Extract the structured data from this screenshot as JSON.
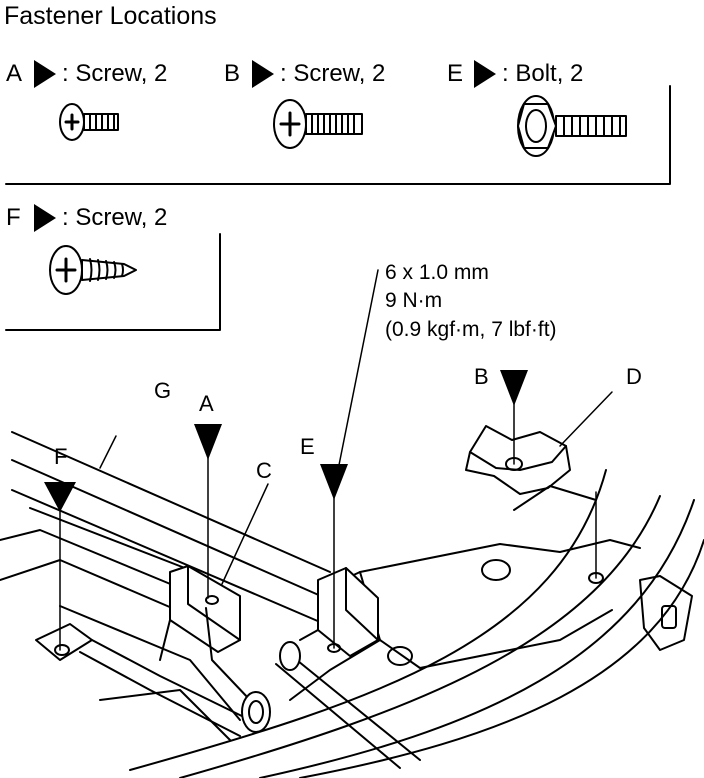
{
  "title": "Fastener Locations",
  "fasteners": [
    {
      "letter": "A",
      "text": ": Screw, 2",
      "icon": "pan-head-screw-icon"
    },
    {
      "letter": "B",
      "text": ": Screw, 2",
      "icon": "pan-head-screw-icon"
    },
    {
      "letter": "E",
      "text": ": Bolt, 2",
      "icon": "flange-bolt-icon"
    },
    {
      "letter": "F",
      "text": ": Screw, 2",
      "icon": "self-tapping-screw-icon"
    }
  ],
  "torque_spec": {
    "size": "6 x 1.0 mm",
    "torque_nm": "9 N·m",
    "torque_alt": "(0.9 kgf·m, 7 lbf·ft)"
  },
  "callouts": {
    "A": "A",
    "B": "B",
    "C": "C",
    "D": "D",
    "E": "E",
    "F": "F",
    "G": "G"
  }
}
